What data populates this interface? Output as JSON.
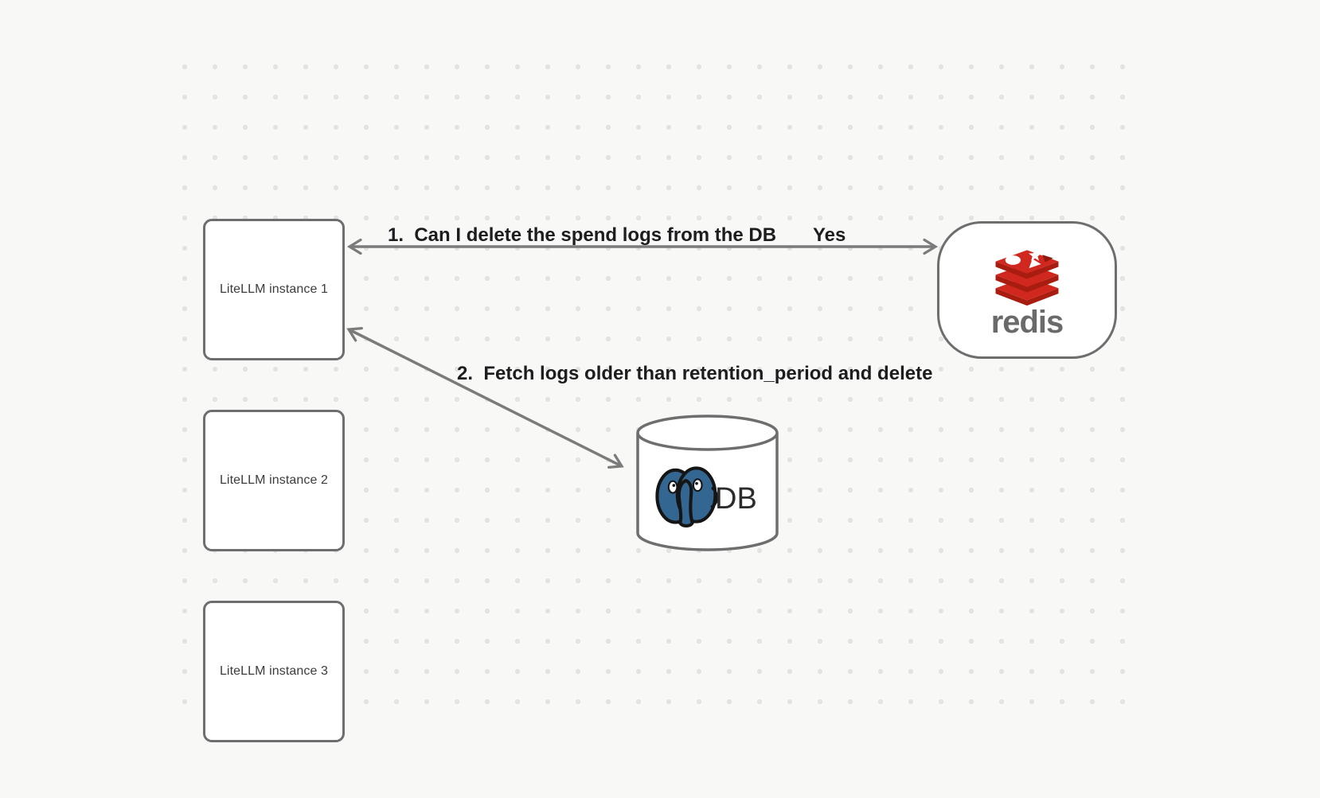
{
  "colors": {
    "bg": "#f8f8f7",
    "dot": "#e4e3e1",
    "node_fill": "#ffffff",
    "node_border": "#6e6e6e",
    "arrow": "#7b7b7b",
    "edge_label_text": "#1d1d1f",
    "node_label_text": "#3c3c3c",
    "redis_red": "#d0281e",
    "redis_dark_red": "#a81d10",
    "redis_notch": "#8f1a0d",
    "redis_wordmark": "#6a6a6a",
    "postgres_blue": "#336791",
    "postgres_outline": "#151515",
    "db_text": "#2c2c2c"
  },
  "nodes": {
    "litellm1": {
      "label": "LiteLLM instance 1"
    },
    "litellm2": {
      "label": "LiteLLM instance 2"
    },
    "litellm3": {
      "label": "LiteLLM instance 3"
    },
    "redis": {
      "label": "redis"
    },
    "db": {
      "label": "DB"
    }
  },
  "edges": {
    "edge1": {
      "label": "1.  Can I delete the spend logs from the DB",
      "response": "Yes"
    },
    "edge2": {
      "label": "2.  Fetch logs older than retention_period and delete"
    }
  }
}
